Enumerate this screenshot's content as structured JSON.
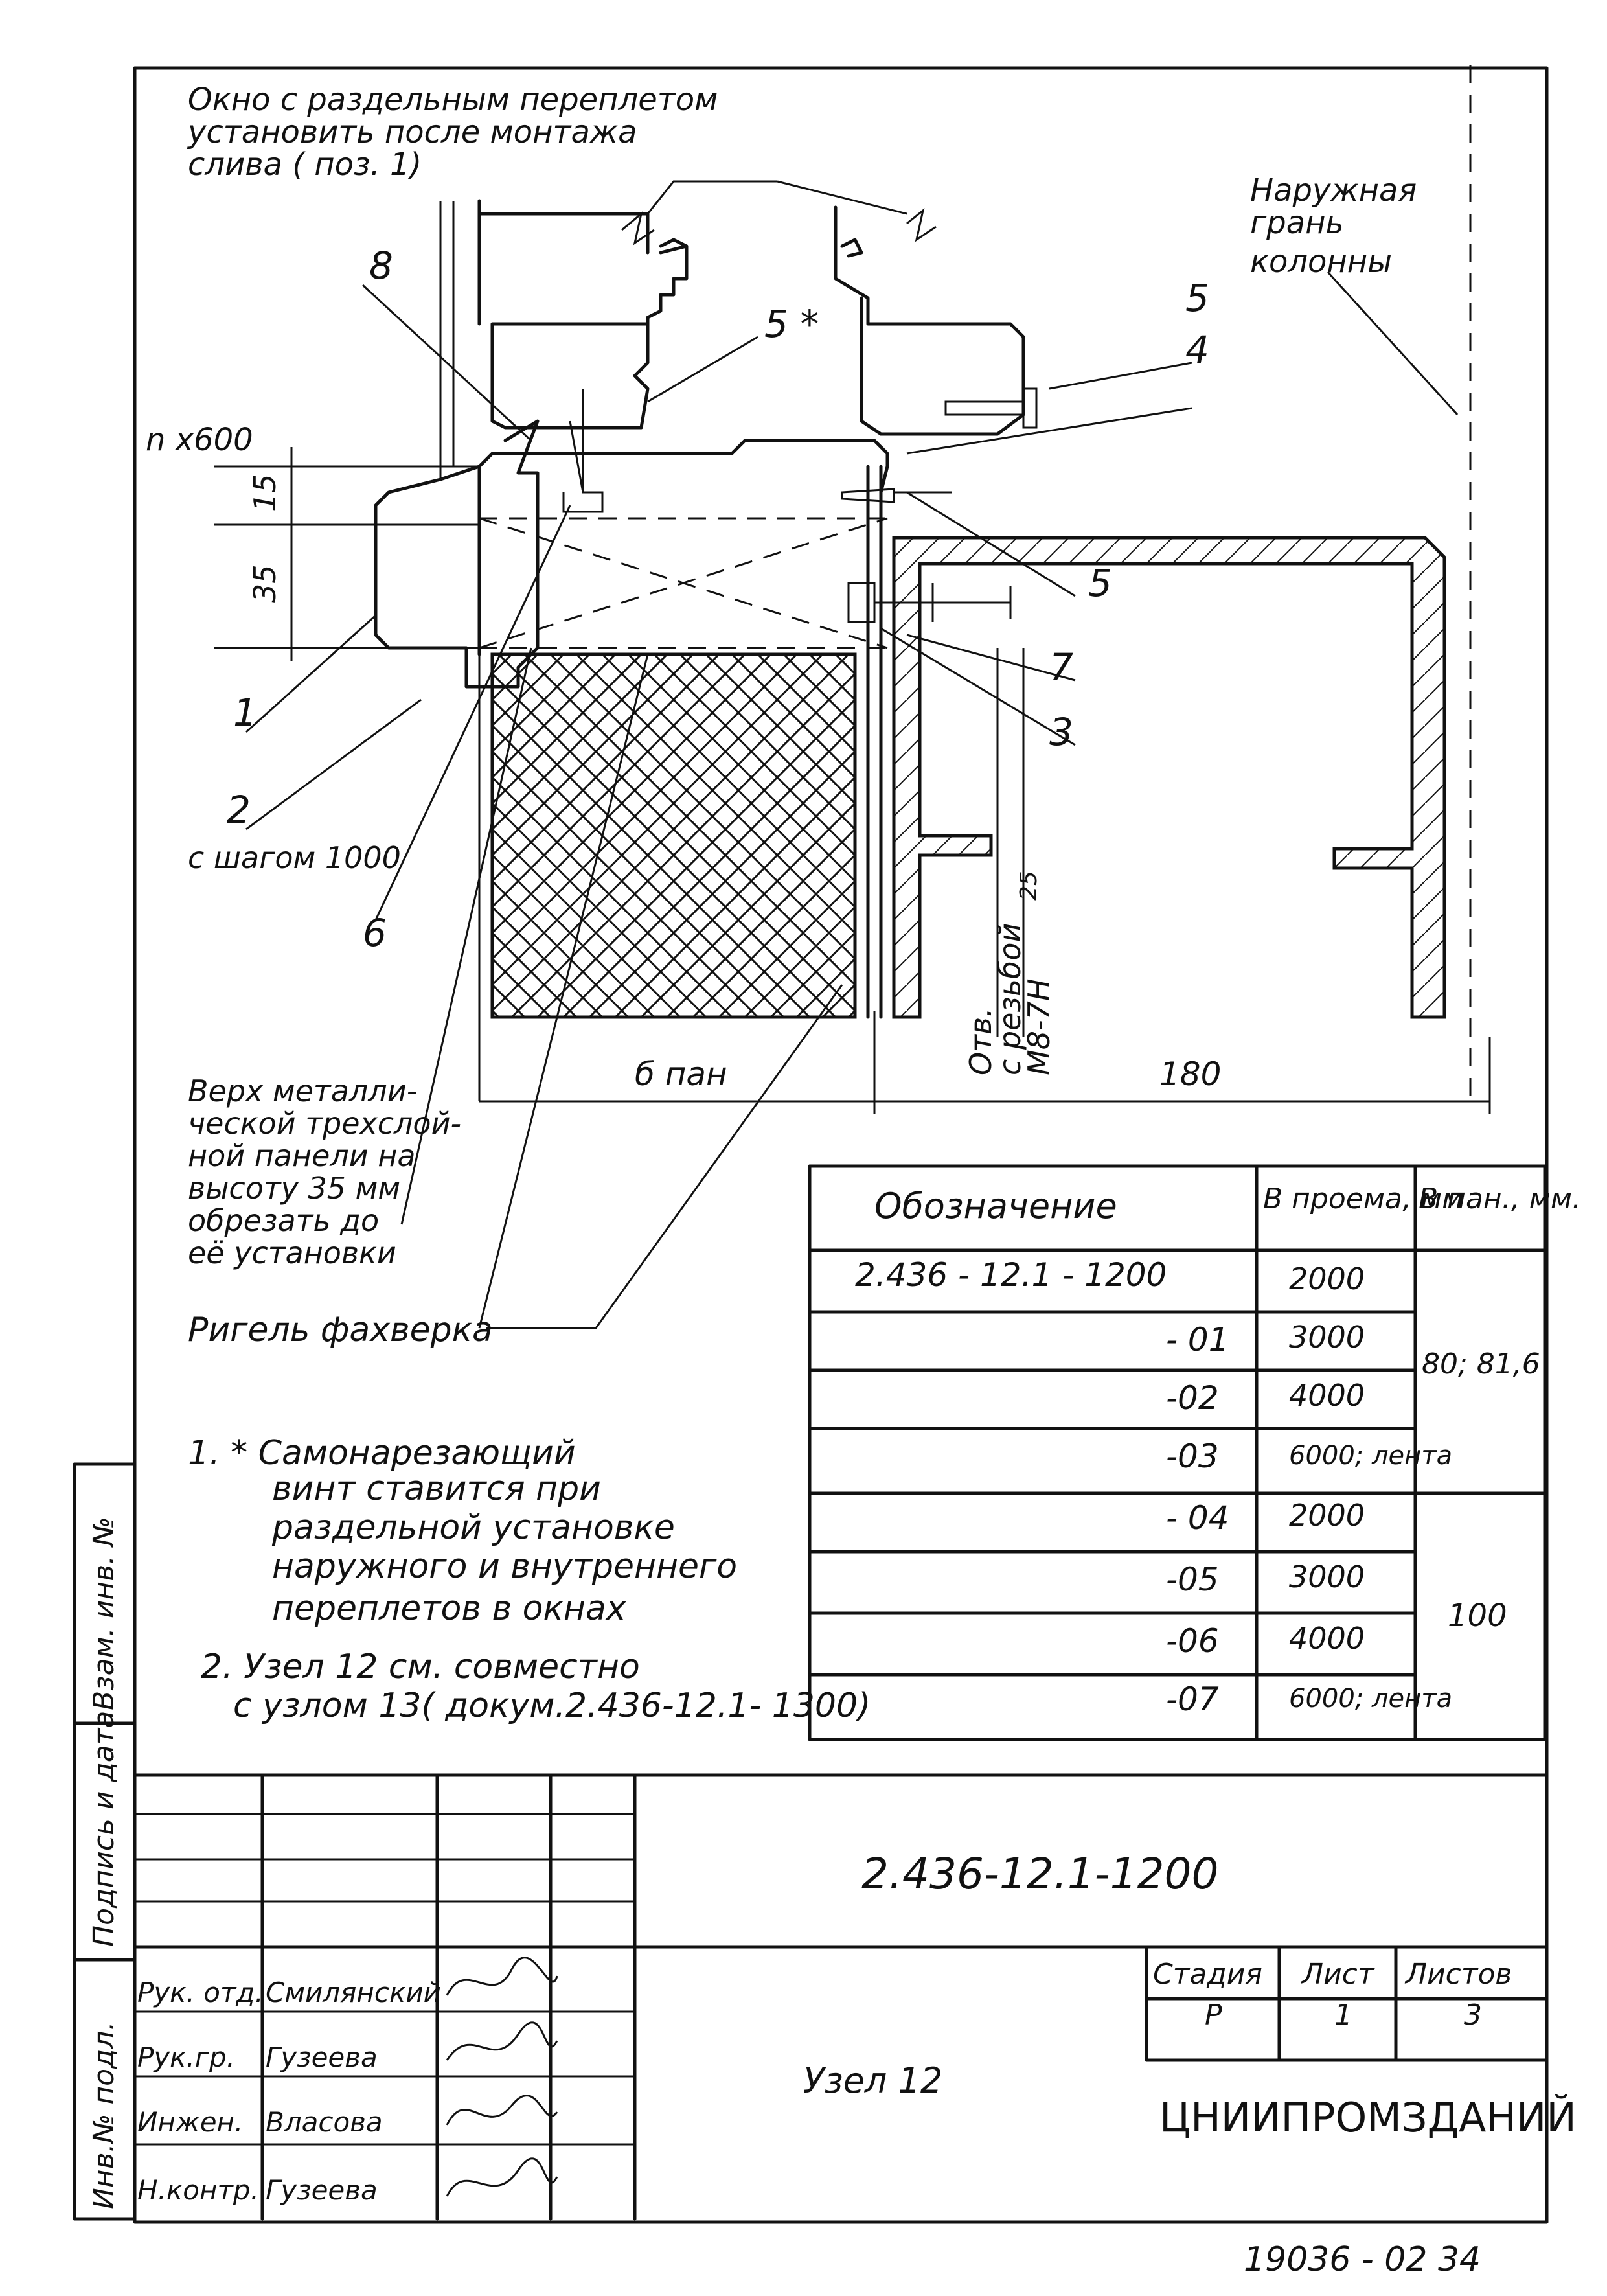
{
  "drawing": {
    "note_top": [
      "Окно с раздельным переплетом",
      "установить после монтажа",
      "слива ( поз. 1)"
    ],
    "note_column": [
      "Наружная",
      "грань",
      "колонны"
    ],
    "note_panel": [
      "Верх металли-",
      "ческой трехслой-",
      "ной панели на",
      "высоту 35 мм",
      "обрезать до",
      "её установки"
    ],
    "note_rigel": "Ригель фахверка",
    "note_hole": [
      "Отв.",
      "с резьбой",
      "М8-7Н"
    ],
    "note_hole_depth": "25",
    "dim_nx600": "n x600",
    "dim_15": "15",
    "dim_35": "35",
    "dim_bpan": "б пан",
    "dim_180": "180",
    "callouts": [
      "1",
      "2",
      "3",
      "4",
      "5",
      "5",
      "5 *",
      "6",
      "7",
      "8"
    ],
    "callout_2_note": "с шагом 1000"
  },
  "notes": [
    "1. * Самонарезающий",
    "винт ставится при",
    "раздельной установке",
    "наружного и внутреннего",
    "переплетов в окнах",
    "2. Узел 12 см. совместно",
    "с узлом 13( докум.2.436-12.1- 1300)"
  ],
  "table": {
    "headers": [
      "Обозначение",
      "B проема, мм",
      "B пан., мм."
    ],
    "rows": [
      {
        "code": "2.436 - 12.1 - 1200",
        "b_open": "2000"
      },
      {
        "code": "- 01",
        "b_open": "3000"
      },
      {
        "code": "-02",
        "b_open": "4000"
      },
      {
        "code": "-03",
        "b_open": "6000; лента"
      },
      {
        "code": "- 04",
        "b_open": "2000"
      },
      {
        "code": "-05",
        "b_open": "3000"
      },
      {
        "code": "-06",
        "b_open": "4000"
      },
      {
        "code": "-07",
        "b_open": "6000; лента"
      }
    ],
    "b_pan_groups": [
      "80; 81,6",
      "100"
    ]
  },
  "title_block": {
    "doc_number": "2.436-12.1-1200",
    "title": "Узел 12",
    "stage_label": "Стадия",
    "sheet_label": "Лист",
    "sheets_label": "Листов",
    "stage": "Р",
    "sheet": "1",
    "sheets": "3",
    "org": "ЦНИИПРОМЗДАНИЙ",
    "signatures": [
      {
        "role": "Рук. отд.",
        "name": "Смилянский"
      },
      {
        "role": "Рук.гр.",
        "name": "Гузеева"
      },
      {
        "role": "Инжен.",
        "name": "Власова"
      },
      {
        "role": "Н.контр.",
        "name": "Гузеева"
      }
    ]
  },
  "side_stamp": [
    "Инв.№ подл.",
    "Подпись и дата",
    "Взам. инв. №"
  ],
  "footer_code": "19036 - 02     34"
}
